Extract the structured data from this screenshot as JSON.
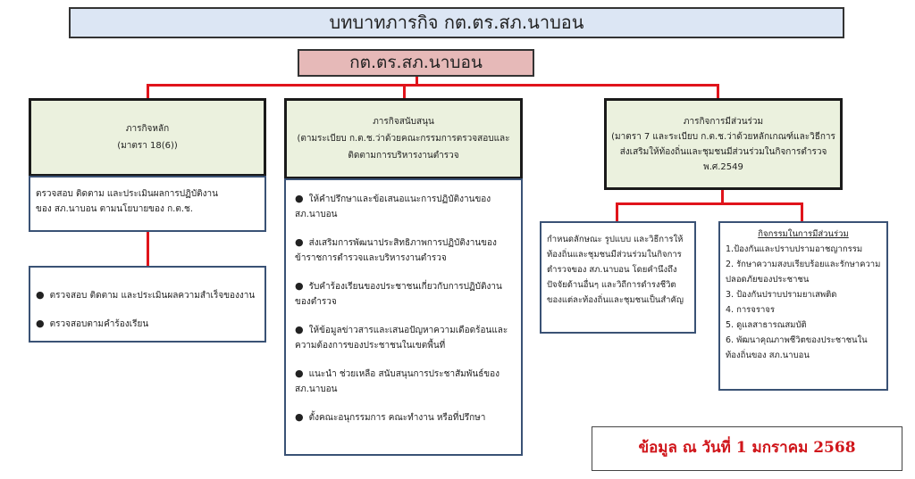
{
  "title": "บทบาทภารกิจ กต.ตร.สภ.นาบอน",
  "center": "กต.ตร.สภ.นาบอน",
  "main": {
    "header": [
      "ภารกิจหลัก",
      "(มาตรา 18(6))"
    ],
    "body": [
      "ตรวจสอบ ติดตาม และประเมินผลการปฏิบัติงาน",
      "ของ สภ.นาบอน  ตามนโยบายของ ก.ต.ช."
    ],
    "items": [
      "ตรวจสอบ ติดตาม และประเมินผลความสำเร็จของงาน",
      "ตรวจสอบตามคำร้องเรียน"
    ]
  },
  "support": {
    "header": [
      "ภารกิจสนับสนุน",
      "(ตามระเบียบ ก.ต.ช.ว่าด้วยคณะกรรมการตรวจสอบและ",
      "ติดตามการบริหารงานตำรวจ"
    ],
    "items": [
      "ให้คำปรึกษาและข้อเสนอแนะการปฏิบัติงานของ สภ.นาบอน",
      "ส่งเสริมการพัฒนาประสิทธิภาพการปฏิบัติงานของข้าราชการตำรวจและบริหารงานตำรวจ",
      "รับคำร้องเรียนของประชาชนเกี่ยวกับการปฏิบัติงานของตำรวจ",
      "ให้ข้อมูลข่าวสารและเสนอปัญหาความเดือดร้อนและความต้องการของประชาชนในเขตพื้นที่",
      "แนะนำ ช่วยเหลือ สนับสนุนการประชาสัมพันธ์ของ สภ.นาบอน",
      "ตั้งคณะอนุกรรมการ คณะทำงาน หรือที่ปรึกษา"
    ]
  },
  "participation": {
    "header": [
      "ภารกิจการมีส่วนร่วม",
      "(มาตรา 7 และระเบียบ ก.ต.ช.ว่าด้วยหลักเกณฑ์และวิธีการ",
      "ส่งเสริมให้ท้องถิ่นและชุมชนมีส่วนร่วมในกิจการตำรวจ",
      "พ.ศ.2549"
    ],
    "description": "กำหนดลักษณะ รูปแบบ และวิธีการให้ท้องถิ่นและชุมชนมีส่วนร่วมในกิจการตำรวจของ สภ.นาบอน โดยคำนึงถึงปัจจัยด้านอื่นๆ และวิถีการดำรงชีวิตของแต่ละท้องถิ่นและชุมชนเป็นสำคัญ",
    "activities_title": "กิจกรรมในการมีส่วนร่วม",
    "activities": [
      "1.ป้องกันและปราบปรามอาชญากรรม",
      "2. รักษาความสงบเรียบร้อยและรักษาความปลอดภัยของประชาชน",
      "3. ป้องกันปราบปรามยาเสพติด",
      "4. การจราจร",
      "5. ดูแลสาธารณสมบัติ",
      "6. พัฒนาคุณภาพชีวิตของประชาชนในท้องถิ่นของ สภ.นาบอน"
    ]
  },
  "note": "ข้อมูล ณ วันที่ 1 มกราคม 2568"
}
